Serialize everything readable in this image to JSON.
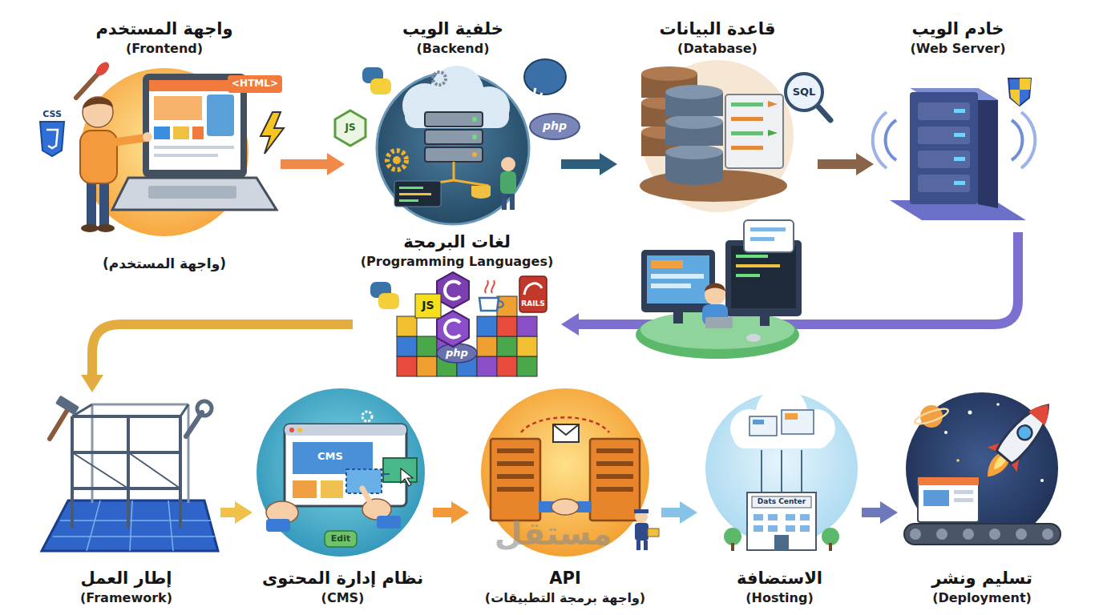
{
  "diagram": {
    "nodes": [
      {
        "text": [
          "واجهة المستخدم",
          "(Frontend)",
          "(واجهة المستخدم)"
        ]
      },
      {
        "text": [
          "خلفية الويب",
          "(Backend)"
        ]
      },
      {
        "text": [
          "قاعدة البيانات",
          "(Database)"
        ]
      },
      {
        "text": [
          "خادم الويب",
          "(Web Server)"
        ]
      },
      {
        "text": [
          "لغات البرمجة",
          "(Programming Languages)"
        ]
      },
      {
        "text": [
          "إطار العمل",
          "(Framework)"
        ]
      },
      {
        "text": [
          "نظام إدارة المحتوى",
          "(CMS)"
        ]
      },
      {
        "text": [
          "API",
          "(واجهة برمجة التطبيقات)"
        ]
      },
      {
        "text": [
          "الاستضافة",
          "(Hosting)"
        ]
      },
      {
        "text": [
          "تسليم ونشر",
          "(Deployment)"
        ]
      }
    ],
    "edges": [
      {
        "from": 0,
        "to": 1,
        "arrow": "to"
      },
      {
        "from": 1,
        "to": 2,
        "arrow": "to"
      },
      {
        "from": 2,
        "to": 3,
        "arrow": "to"
      },
      {
        "from": 3,
        "to": 4,
        "arrow": "to"
      },
      {
        "from": 4,
        "to": 5,
        "arrow": "to"
      },
      {
        "from": 5,
        "to": 6,
        "arrow": "to"
      },
      {
        "from": 6,
        "to": 7,
        "arrow": "to"
      },
      {
        "from": 7,
        "to": 8,
        "arrow": "to"
      },
      {
        "from": 8,
        "to": 9,
        "arrow": "to"
      }
    ],
    "labels": [
      "CSS",
      "<HTML>",
      "JS",
      "php",
      "SQL",
      "JS",
      "php",
      "RAILS",
      "CMS",
      "Edit",
      "Dats Center",
      "مستقل"
    ]
  }
}
